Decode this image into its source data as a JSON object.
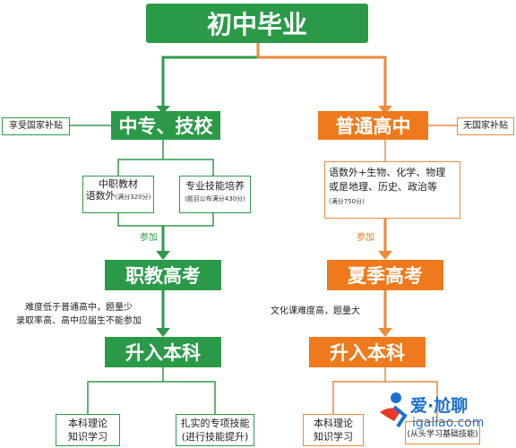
{
  "root": {
    "title": "初中毕业"
  },
  "left": {
    "branch": "中专、技校",
    "subsidy": "享受国家补贴",
    "course_a_line1": "中职教材",
    "course_a_line2": "语数外",
    "course_a_note": "(满分320分)",
    "course_b_line1": "专业技能培养",
    "course_b_note": "(题目公布满分430分)",
    "join_label": "参加",
    "exam": "职教高考",
    "note_line1": "难度低于普通高中，题量少",
    "note_line2": "录取率高、高中应届生不能参加",
    "upgrade": "升入本科",
    "out_a_line1": "本科理论",
    "out_a_line2": "知识学习",
    "out_b_line1": "扎实的专项技能",
    "out_b_line2": "(进行技能提升)"
  },
  "right": {
    "branch": "普通高中",
    "subsidy": "无国家补贴",
    "subjects_line1": "语数外+生物、化学、物理",
    "subjects_line2": "或是地理、历史、政治等",
    "subjects_note": "(满分750分)",
    "join_label": "参加",
    "exam": "夏季高考",
    "note": "文化课难度高，题量大",
    "upgrade": "升入本科",
    "out_a_line1": "本科理论",
    "out_a_line2": "知识学习",
    "out_b_line1": "(从头学习基础技能)"
  },
  "watermark": {
    "brand": "爱·尬聊",
    "url": "igaliao.com"
  },
  "colors": {
    "green": "#2a9a48",
    "orange": "#ef7a1d"
  }
}
